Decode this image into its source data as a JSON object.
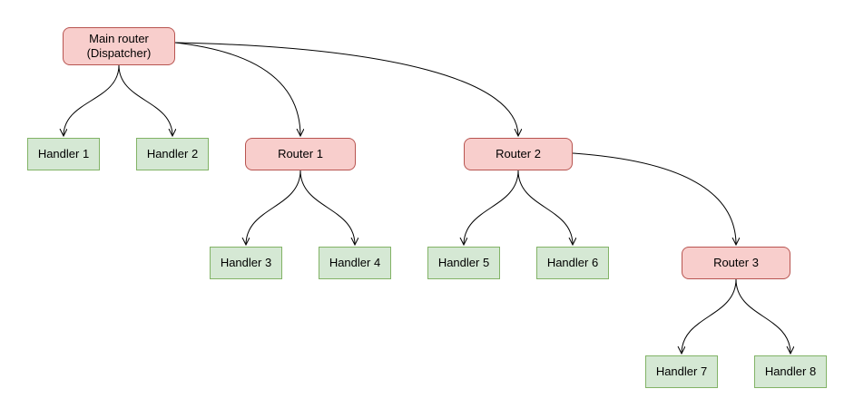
{
  "diagram": {
    "type": "tree-routing-diagram",
    "nodes": {
      "main_router": {
        "line1": "Main router",
        "line2": "(Dispatcher)",
        "kind": "router"
      },
      "handler1": {
        "label": "Handler 1",
        "kind": "handler"
      },
      "handler2": {
        "label": "Handler 2",
        "kind": "handler"
      },
      "router1": {
        "label": "Router 1",
        "kind": "router"
      },
      "router2": {
        "label": "Router 2",
        "kind": "router"
      },
      "handler3": {
        "label": "Handler 3",
        "kind": "handler"
      },
      "handler4": {
        "label": "Handler 4",
        "kind": "handler"
      },
      "handler5": {
        "label": "Handler 5",
        "kind": "handler"
      },
      "handler6": {
        "label": "Handler 6",
        "kind": "handler"
      },
      "router3": {
        "label": "Router 3",
        "kind": "router"
      },
      "handler7": {
        "label": "Handler 7",
        "kind": "handler"
      },
      "handler8": {
        "label": "Handler 8",
        "kind": "handler"
      }
    },
    "edges": [
      {
        "from": "main_router",
        "to": "handler1"
      },
      {
        "from": "main_router",
        "to": "handler2"
      },
      {
        "from": "main_router",
        "to": "router1"
      },
      {
        "from": "main_router",
        "to": "router2"
      },
      {
        "from": "router1",
        "to": "handler3"
      },
      {
        "from": "router1",
        "to": "handler4"
      },
      {
        "from": "router2",
        "to": "handler5"
      },
      {
        "from": "router2",
        "to": "handler6"
      },
      {
        "from": "router2",
        "to": "router3"
      },
      {
        "from": "router3",
        "to": "handler7"
      },
      {
        "from": "router3",
        "to": "handler8"
      }
    ],
    "colors": {
      "router_fill": "#f8cecc",
      "router_border": "#b85450",
      "handler_fill": "#d5e8d4",
      "handler_border": "#82b366",
      "edge": "#000000",
      "background": "#ffffff"
    }
  }
}
